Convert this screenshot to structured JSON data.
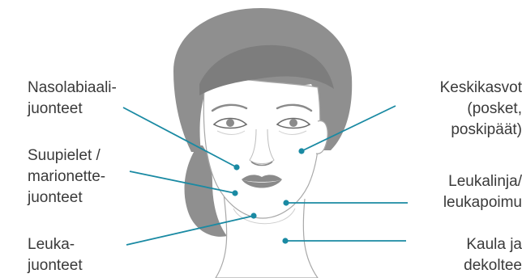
{
  "colors": {
    "leader": "#1a8aa3",
    "hair": "#8f8f8f",
    "hair_dark": "#7d7d7d",
    "skin": "#ffffff",
    "outline": "#a8a8a8",
    "lips": "#8a8a8a",
    "text": "#3a3a3a"
  },
  "labels": {
    "nasolabial": [
      "Nasolabiaali-",
      "juonteet"
    ],
    "marionette": [
      "Suupielet /",
      "marionette-",
      "juonteet"
    ],
    "chin": [
      "Leuka-",
      "juonteet"
    ],
    "midface": [
      "Keskikasvot",
      "(posket,",
      "poskipäät)"
    ],
    "jawline": [
      "Leukalinja/",
      "leukapoimu"
    ],
    "neck": [
      "Kaula ja",
      "dekoltee"
    ]
  }
}
